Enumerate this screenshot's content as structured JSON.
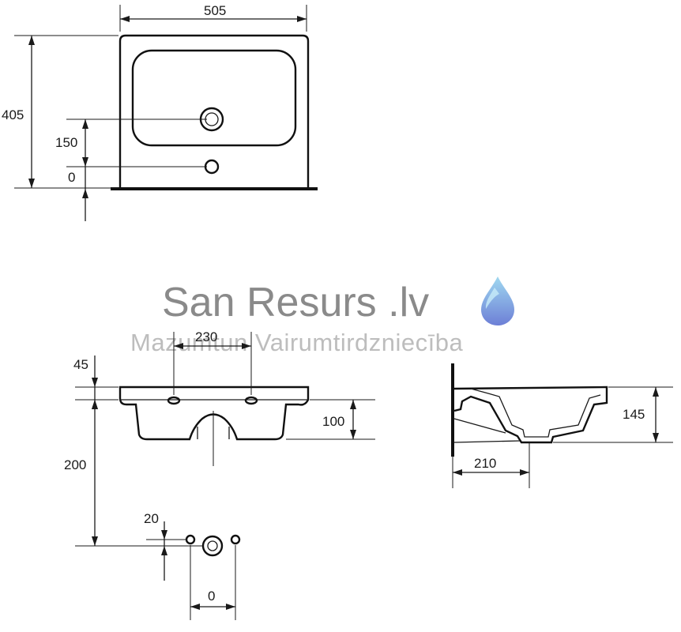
{
  "top_view": {
    "width_label": "505",
    "depth_label": "405",
    "drain_height_label": "150",
    "zero_label": "0"
  },
  "front_view": {
    "rim_label": "45",
    "tap_spacing_label": "230",
    "bowl_depth_label": "100",
    "outlet_height_label": "200",
    "fixing_offset_label": "20",
    "zero_label": "0"
  },
  "side_view": {
    "height_label": "145",
    "projection_label": "210"
  },
  "watermark": {
    "title": "San Resurs .lv",
    "subtitle": "Mazumtun Vairumtirdzniecība",
    "drop_color_top": "#9fd8f0",
    "drop_color_bottom": "#6d7fd6",
    "icon": "water-drop-icon"
  }
}
